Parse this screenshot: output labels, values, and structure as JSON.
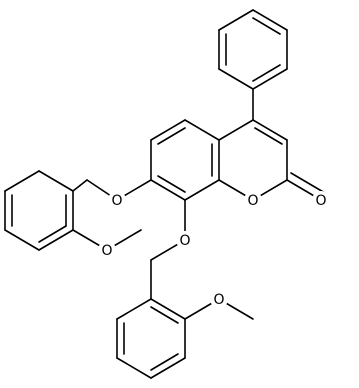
{
  "atom_labels": {
    "ring_oxygen": "O",
    "carbonyl_oxygen": "O",
    "ether_oxygen_7": "O",
    "ether_oxygen_8": "O",
    "methoxy_oxygen_upper": "O",
    "methoxy_oxygen_lower": "O"
  },
  "colors": {
    "bond": "#000000",
    "background": "#ffffff"
  }
}
